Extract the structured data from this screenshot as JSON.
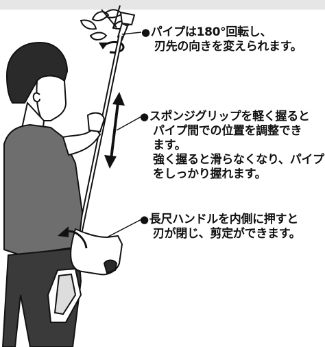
{
  "notes": {
    "rotate": {
      "bullet": "●",
      "line1": "パイプは180°回転し、",
      "line2": "刃先の向きを変えられます。"
    },
    "grip": {
      "bullet": "●",
      "line1": "スポンジグリップを軽く握ると",
      "line2": "パイプ間での位置を調整でき",
      "line3": "ます。",
      "line4": "強く握ると滑らなくなり、パイプ",
      "line5": "をしっかり握れます。"
    },
    "handle": {
      "bullet": "●",
      "line1": "長尺ハンドルを内側に押すと",
      "line2": "刃が閉じ、剪定ができます。"
    }
  },
  "colors": {
    "ink": "#111111",
    "shirt": "#6e6e6e",
    "pants": "#3a3a3a",
    "hair": "#2a2a2a",
    "skin": "#ffffff",
    "background": "#ffffff",
    "top_bar": "#e6e6e6"
  }
}
